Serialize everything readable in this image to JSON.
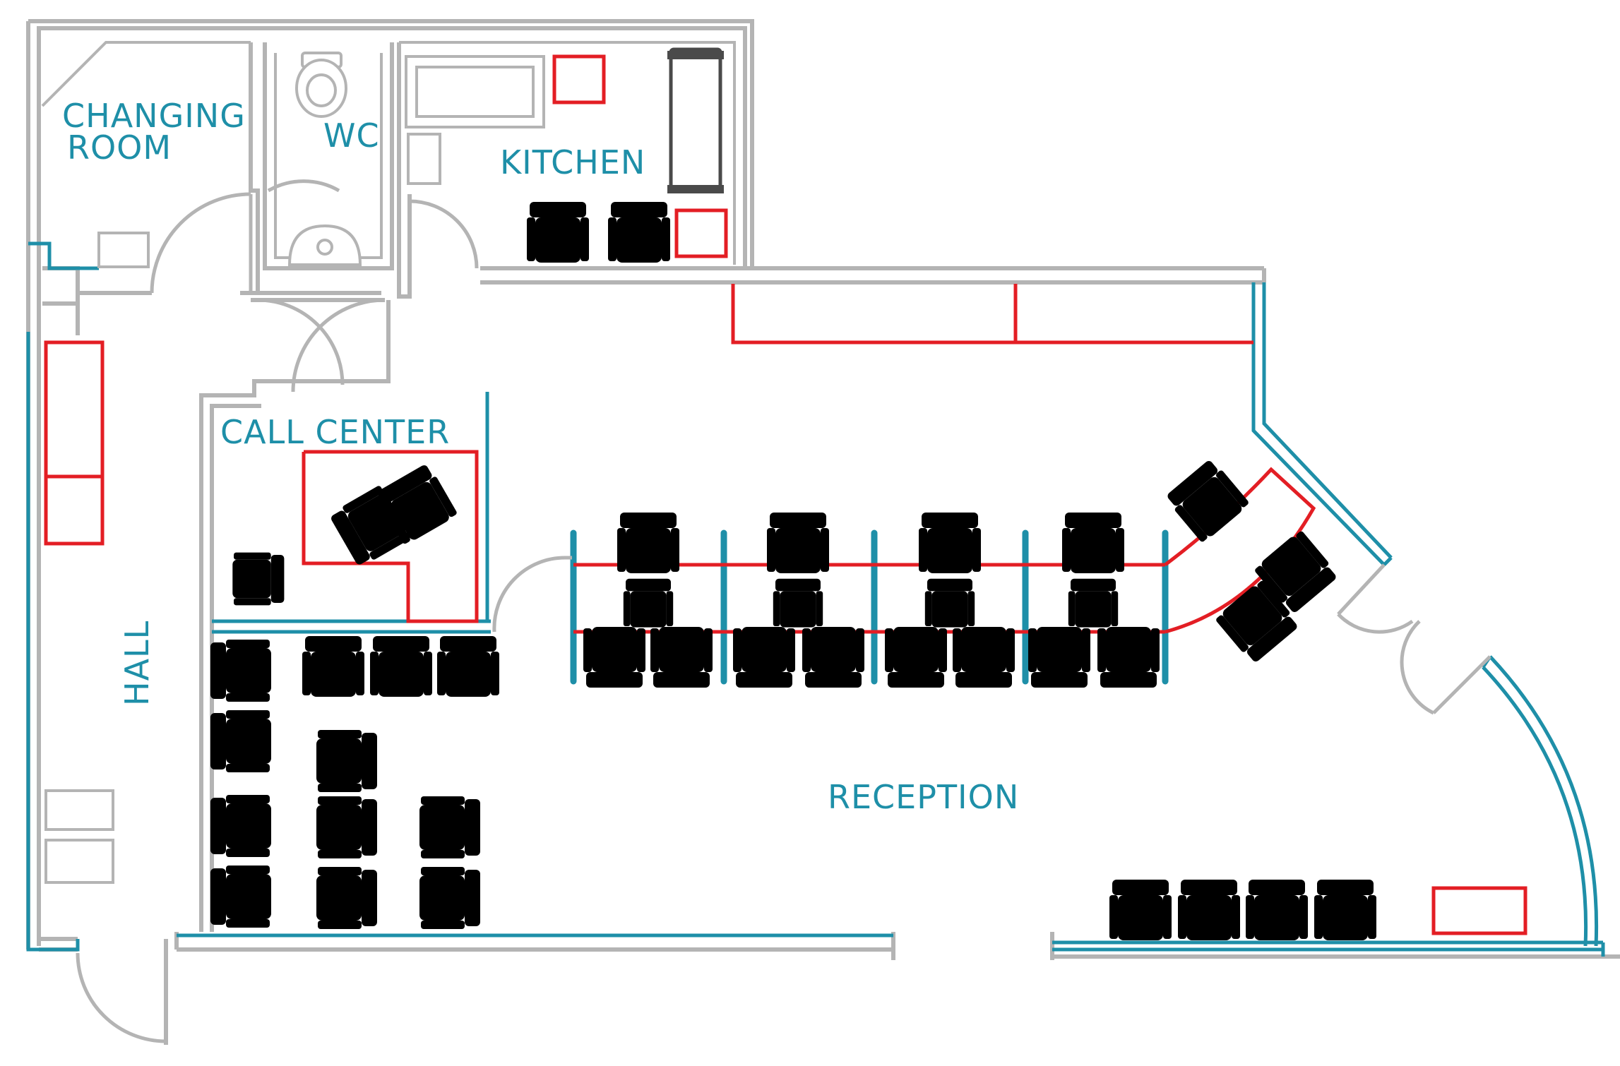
{
  "labels": {
    "changing_room_1": "CHANGING",
    "changing_room_2": "ROOM",
    "wc": "WC",
    "kitchen": "KITCHEN",
    "call_center": "CALL  CENTER",
    "hall": "HALL",
    "reception": "RECEPTION"
  },
  "colors": {
    "wall": "#b4b4b4",
    "glass_partition": "#1e8fa8",
    "furniture_highlight": "#e31e24",
    "dark_chair": "#4a4a4a",
    "light_chair": "#a8a8a8",
    "label": "#1e8fa8"
  }
}
